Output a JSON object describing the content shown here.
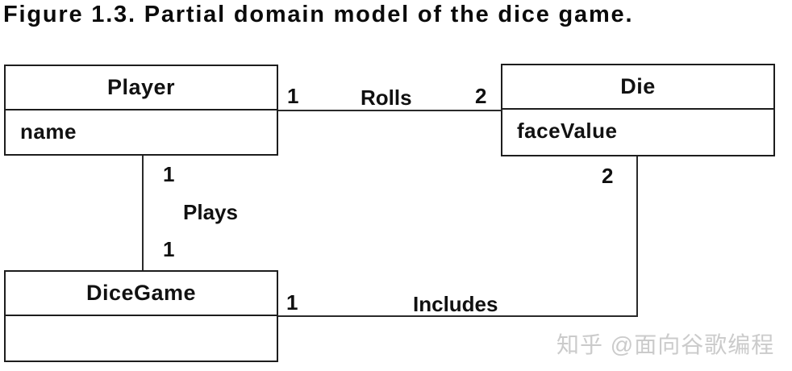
{
  "title": "Figure 1.3. Partial domain model of the dice game.",
  "classes": {
    "player": {
      "name": "Player",
      "attribute": "name"
    },
    "die": {
      "name": "Die",
      "attribute": "faceValue"
    },
    "dice_game": {
      "name": "DiceGame",
      "attribute": ""
    }
  },
  "associations": {
    "rolls": {
      "label": "Rolls",
      "player_multiplicity": "1",
      "die_multiplicity": "2"
    },
    "plays": {
      "label": "Plays",
      "player_multiplicity": "1",
      "dice_game_multiplicity": "1"
    },
    "includes": {
      "label": "Includes",
      "dice_game_multiplicity": "1",
      "die_multiplicity": "2"
    }
  },
  "watermark": "知乎 @面向谷歌编程",
  "colors": {
    "background": "#ffffff",
    "line": "#2a2a2a",
    "border": "#1d1d1d",
    "text": "#101010",
    "watermark": "#cbcbcb"
  }
}
